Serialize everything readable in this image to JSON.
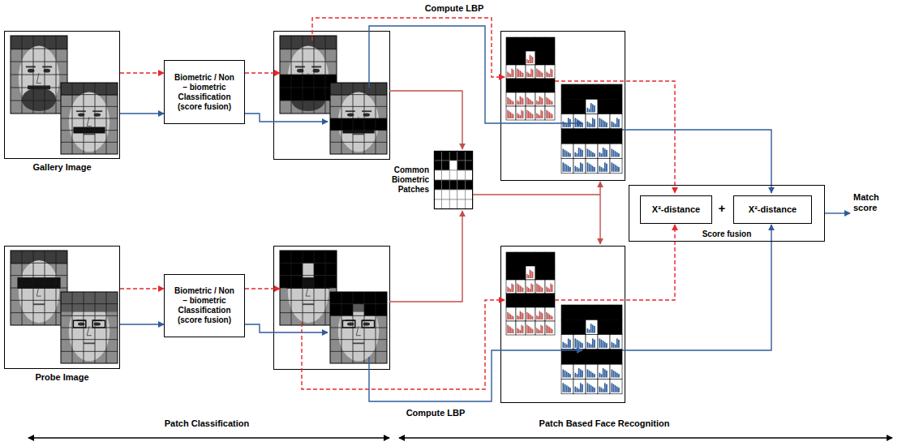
{
  "diagram": {
    "nodes": [
      {
        "text": [
          "Gallery Image"
        ]
      },
      {
        "text": [
          "Biometric / Non – biometric Classification (score fusion)"
        ]
      },
      {
        "text": [
          "Probe Image"
        ]
      },
      {
        "text": [
          "Biometric / Non – biometric Classification (score fusion)"
        ]
      },
      {
        "text": [
          "Common Biometric Patches"
        ]
      },
      {
        "text": [
          "Score fusion"
        ]
      },
      {
        "text": [
          "X²-distance"
        ],
        "in": 5
      },
      {
        "text": [
          "X²-distance"
        ],
        "in": 5
      }
    ],
    "edges": [
      {
        "from": 0,
        "to": 1,
        "arrow": "to"
      },
      {
        "from": 0,
        "to": 1,
        "arrow": "to"
      },
      {
        "from": 2,
        "to": 3,
        "arrow": "to"
      },
      {
        "from": 2,
        "to": 3,
        "arrow": "to"
      }
    ],
    "labels": [
      "Compute LBP",
      "Compute LBP",
      "+",
      "Match score",
      "Patch Classification",
      "Patch Based Face Recognition"
    ]
  }
}
